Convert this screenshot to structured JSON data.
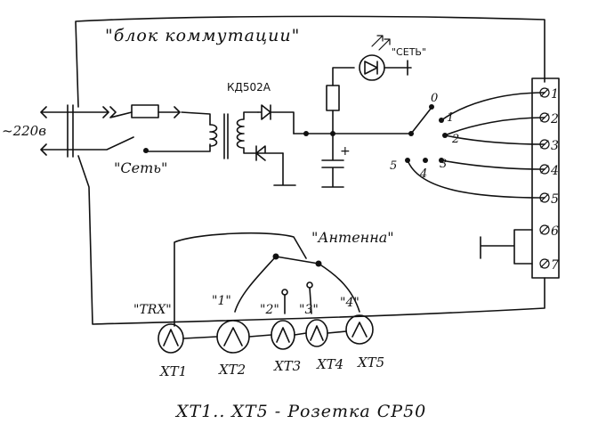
{
  "title": "\"блок коммутации\"",
  "mains_label": "~220в",
  "mains_switch_label": "\"Сеть\"",
  "diode_label": "КД502А",
  "led_label": "\"СЕТЬ\"",
  "plus_label": "+",
  "selector_positions": [
    "0",
    "1",
    "2",
    "3",
    "4",
    "5"
  ],
  "connector_pins": [
    "1",
    "2",
    "3",
    "4",
    "5",
    "6",
    "7"
  ],
  "antenna_label": "\"Антенна\"",
  "socket_tags": [
    "\"TRX\"",
    "\"1\"",
    "\"2\"",
    "\"3\"",
    "\"4\""
  ],
  "sockets": [
    "XT1",
    "XT2",
    "XT3",
    "XT4",
    "XT5"
  ],
  "caption": "XT1.. XT5 - Розетка CP50"
}
